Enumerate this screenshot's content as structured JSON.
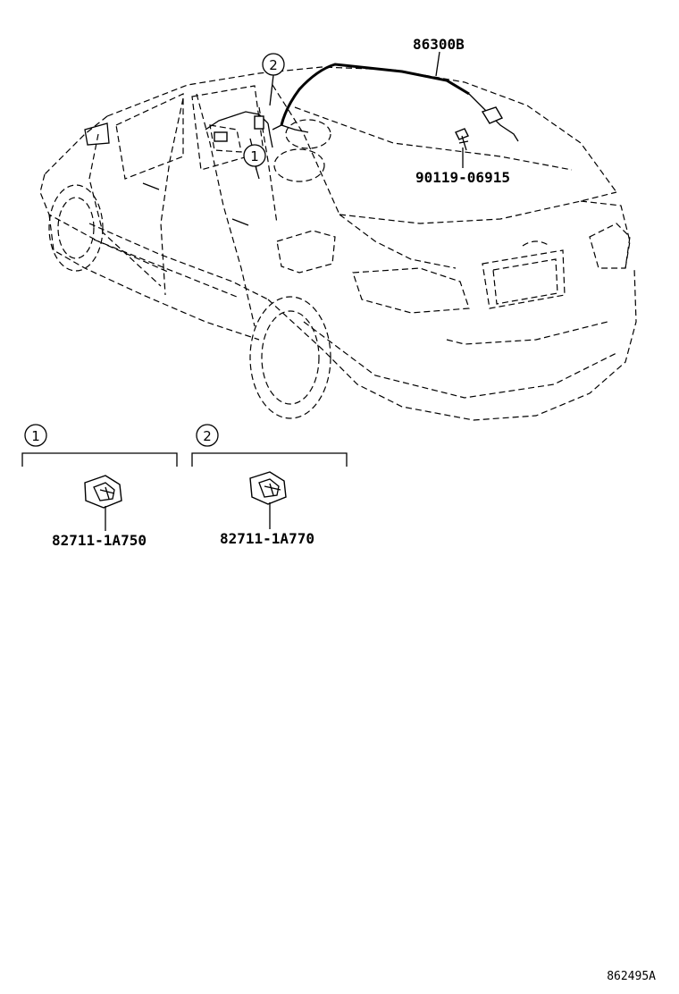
{
  "parts": {
    "antenna_assembly": "86300B",
    "screw": "90119-06915",
    "connector_1": "82711-1A750",
    "connector_2": "82711-1A770"
  },
  "callouts": {
    "one": "1",
    "two": "2"
  },
  "figure_code": "862495A"
}
